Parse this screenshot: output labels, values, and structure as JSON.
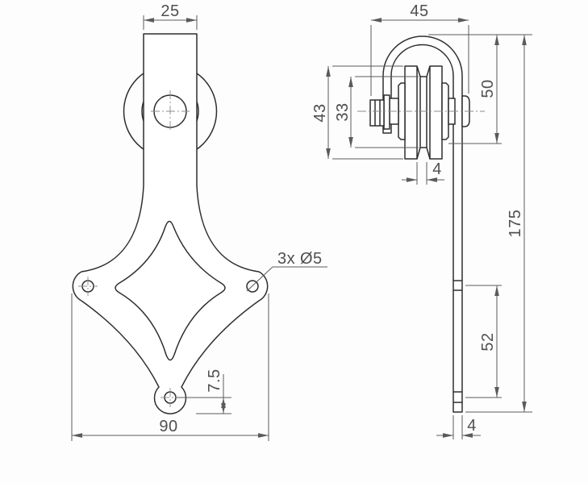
{
  "colors": {
    "background": "#fdfdfd",
    "outline": "#2e2e2e",
    "dimension_lines": "#5a5a5a",
    "centerline": "#8c8c8c",
    "text": "#4f4f4f"
  },
  "front_view": {
    "dim_strap_width": "25",
    "hole_note_count": "3x",
    "hole_note_diameter": "Ø5",
    "dim_bottom_hole_offset": "7.5",
    "dim_plate_width": "90"
  },
  "side_view": {
    "dim_assembly_width": "45",
    "dim_wheel_diameter": "43",
    "dim_groove_diameter": "33",
    "dim_top_to_wheel_bottom": "50",
    "dim_groove_width": "4",
    "dim_bracket_length": "175",
    "dim_hole_spacing": "52",
    "dim_plate_thickness": "4"
  }
}
